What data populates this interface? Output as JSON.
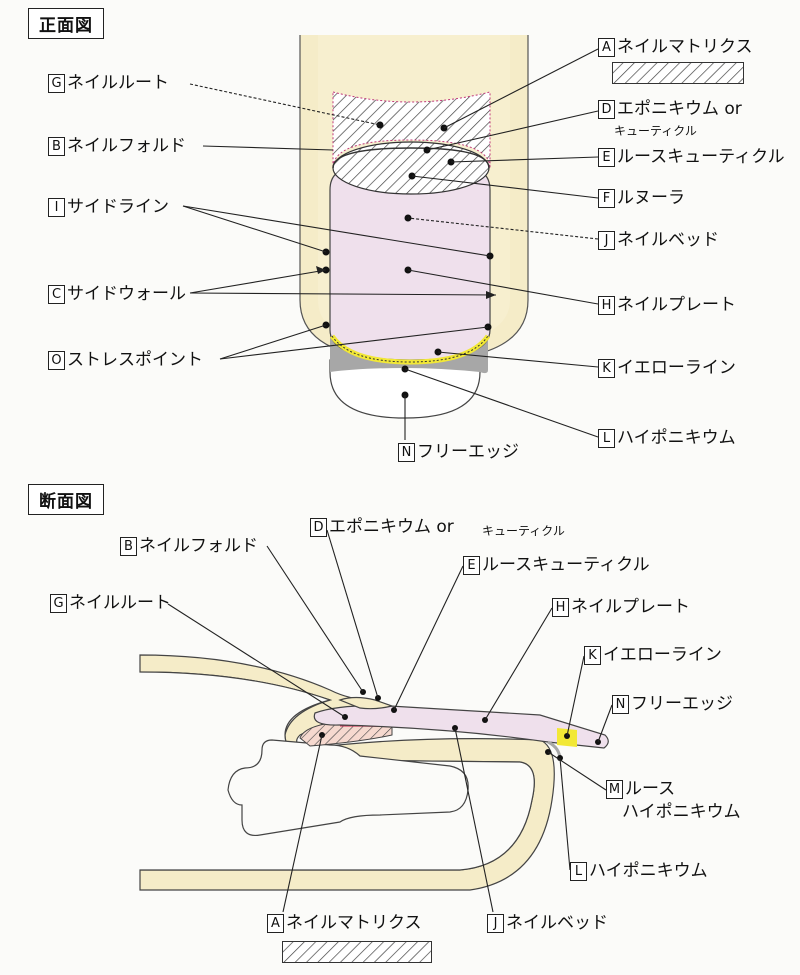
{
  "front_title": "正面図",
  "section_title": "断面図",
  "front": {
    "A": {
      "key": "A",
      "text": "ネイルマトリクス"
    },
    "G": {
      "key": "G",
      "text": "ネイルルート"
    },
    "D": {
      "key": "D",
      "text": "エポニキウム or"
    },
    "D_sub": "キューティクル",
    "B": {
      "key": "B",
      "text": "ネイルフォルド"
    },
    "E": {
      "key": "E",
      "text": "ルースキューティクル"
    },
    "F": {
      "key": "F",
      "text": "ルヌーラ"
    },
    "I": {
      "key": "I",
      "text": "サイドライン"
    },
    "J": {
      "key": "J",
      "text": "ネイルベッド"
    },
    "C": {
      "key": "C",
      "text": "サイドウォール"
    },
    "H": {
      "key": "H",
      "text": "ネイルプレート"
    },
    "O": {
      "key": "O",
      "text": "ストレスポイント"
    },
    "K": {
      "key": "K",
      "text": "イエローライン"
    },
    "L": {
      "key": "L",
      "text": "ハイポニキウム"
    },
    "N": {
      "key": "N",
      "text": "フリーエッジ"
    }
  },
  "section": {
    "B": {
      "key": "B",
      "text": "ネイルフォルド"
    },
    "D": {
      "key": "D",
      "text": "エポニキウム or"
    },
    "D_sub": "キューティクル",
    "E": {
      "key": "E",
      "text": "ルースキューティクル"
    },
    "G": {
      "key": "G",
      "text": "ネイルルート"
    },
    "H": {
      "key": "H",
      "text": "ネイルプレート"
    },
    "K": {
      "key": "K",
      "text": "イエローライン"
    },
    "N": {
      "key": "N",
      "text": "フリーエッジ"
    },
    "M": {
      "key": "M",
      "text": "ルース"
    },
    "M_line2": "ハイポニキウム",
    "L": {
      "key": "L",
      "text": "ハイポニキウム"
    },
    "A": {
      "key": "A",
      "text": "ネイルマトリクス"
    },
    "J": {
      "key": "J",
      "text": "ネイルベッド"
    }
  },
  "colors": {
    "skin": "#f5ecc8",
    "plate": "#efe0ec",
    "yellow_line": "#f2e836",
    "hyponychium": "#a7a7a7",
    "nail_bed": "#d0345b"
  }
}
